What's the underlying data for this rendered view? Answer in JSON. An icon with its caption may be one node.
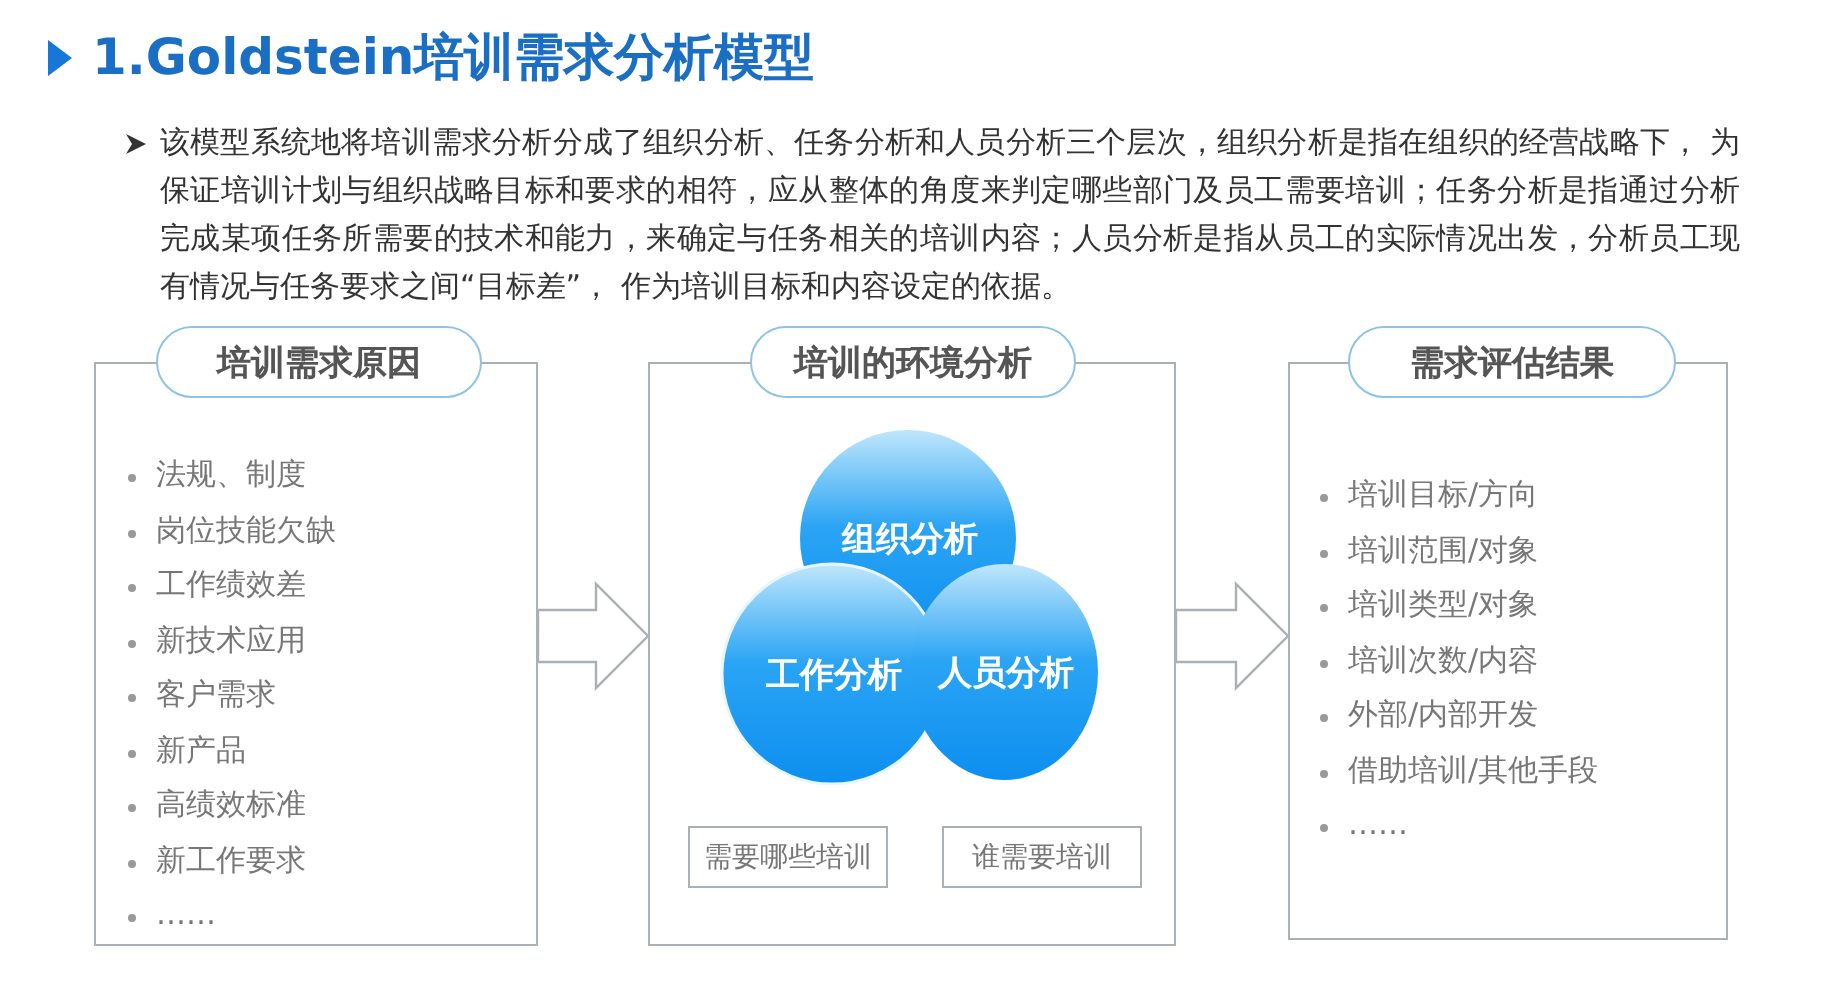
{
  "diagram": {
    "title": "1.Goldstein培训需求分析模型",
    "nodes": [
      {
        "text": [
          "培训需求原因",
          "法规、制度",
          "岗位技能欠缺",
          "工作绩效差",
          "新技术应用",
          "客户需求",
          "新产品",
          "高绩效标准",
          "新工作要求",
          "……"
        ]
      },
      {
        "text": [
          "培训的环境分析"
        ]
      },
      {
        "text": [
          "组织分析"
        ],
        "in": 1
      },
      {
        "text": [
          "工作分析"
        ],
        "in": 1
      },
      {
        "text": [
          "人员分析"
        ],
        "in": 1
      },
      {
        "text": [
          "需要哪些培训"
        ],
        "in": 1
      },
      {
        "text": [
          "谁需要培训"
        ],
        "in": 1
      },
      {
        "text": [
          "需求评估结果",
          "培训目标/方向",
          "培训范围/对象",
          "培训类型/对象",
          "培训次数/内容",
          "外部/内部开发",
          "借助培训/其他手段",
          "……"
        ]
      }
    ],
    "edges": [
      {
        "from": 0,
        "to": 1,
        "arrow": "to"
      },
      {
        "from": 1,
        "to": 7,
        "arrow": "to"
      }
    ],
    "labels": [
      "该模型系统地将培训需求分析分成了组织分析、任务分析和人员分析三个层次，组织分析是指在组织的经营战略下， 为保证培训计划与组织战略目标和要求的相符，应从整体的角度来判定哪些部门及员工需要培训；任务分析是指通过分析完成某项任务所需要的技术和能力，来确定与任务相关的培训内容；人员分析是指从员工的实际情况出发，分析员工现有情况与任务要求之间“目标差”， 作为培训目标和内容设定的依据。"
    ]
  }
}
